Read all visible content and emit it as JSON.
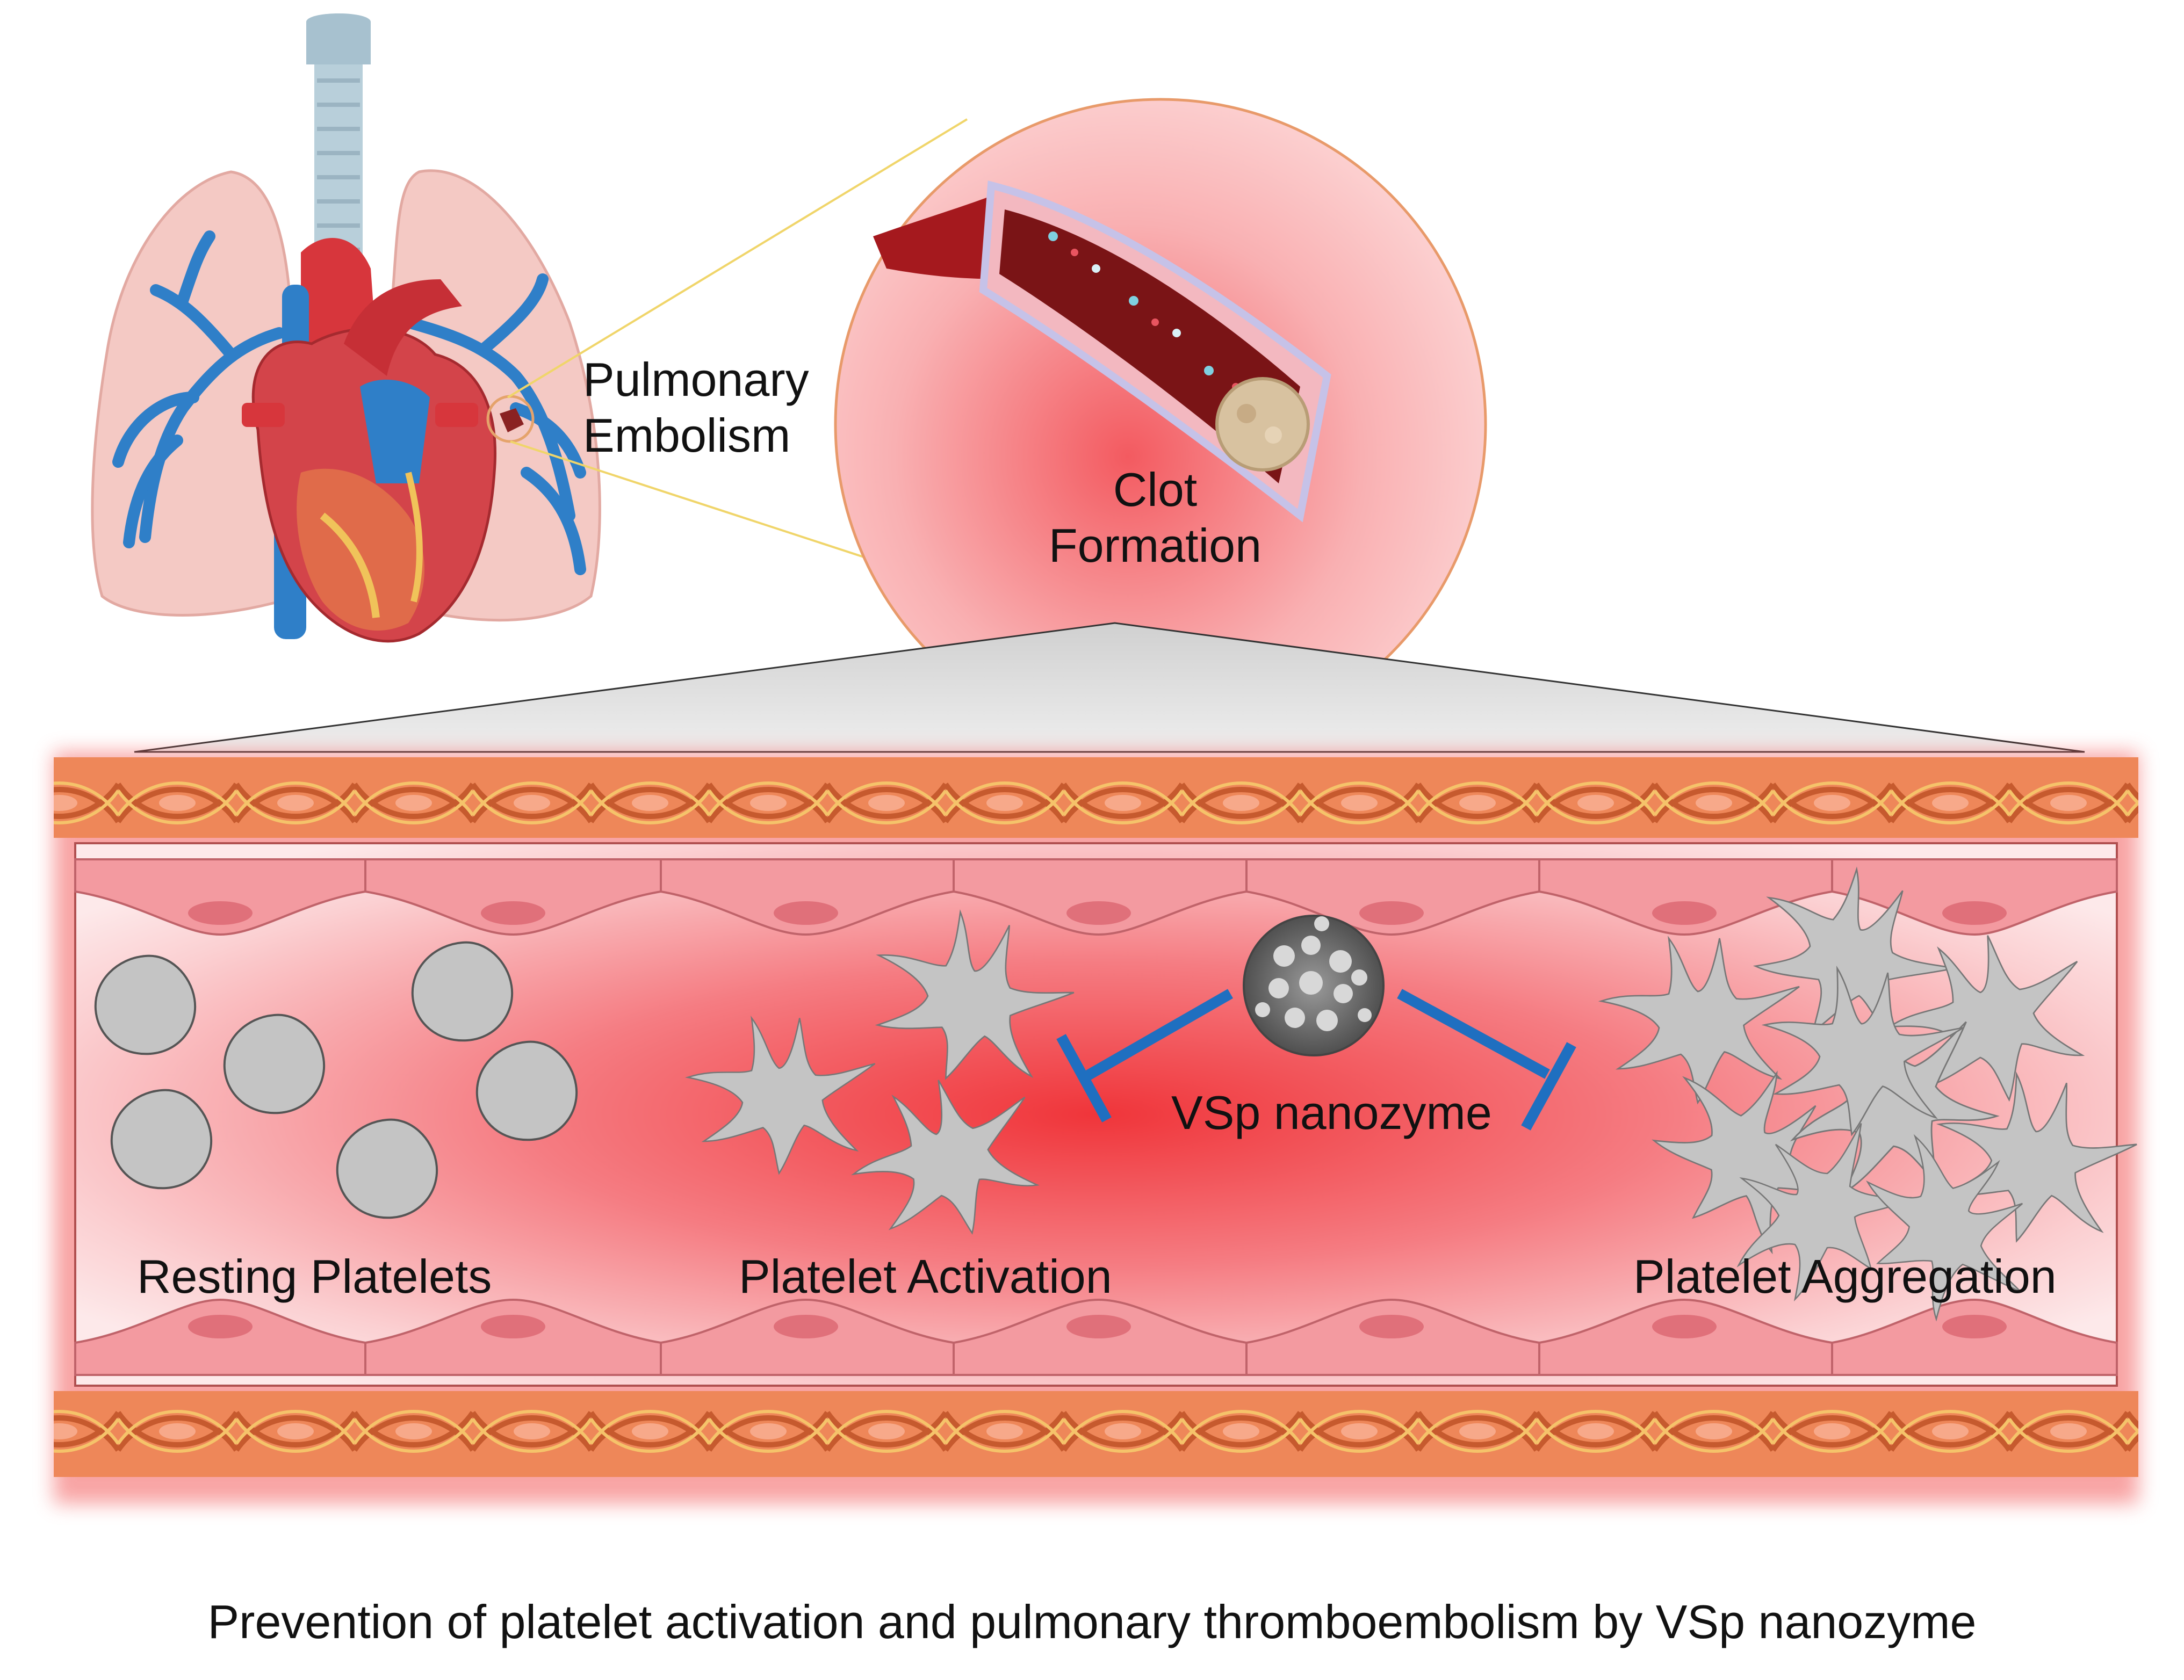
{
  "labels": {
    "pulmonary_embolism_line1": "Pulmonary",
    "pulmonary_embolism_line2": "Embolism",
    "clot_formation_line1": "Clot",
    "clot_formation_line2": "Formation",
    "resting_platelets": "Resting Platelets",
    "platelet_activation": "Platelet Activation",
    "platelet_aggregation": "Platelet Aggregation",
    "vsp_nanozyme": "VSp nanozyme"
  },
  "caption": "Prevention of platelet activation and pulmonary thromboembolism by VSp nanozyme",
  "colors": {
    "inhibitor": "#1f6fc0",
    "blood_red": "#e8252c",
    "vessel_wall": "#ef8a5a",
    "platelet": "#c4c4c4",
    "lung": "#f4c9c4",
    "vein_blue": "#2f7fc8"
  },
  "icons": [
    "lungs-icon",
    "heart-icon",
    "trachea-icon",
    "blood-vessel-icon",
    "clot-icon",
    "platelet-icon",
    "nanozyme-particle-icon",
    "inhibition-arrow-icon"
  ]
}
